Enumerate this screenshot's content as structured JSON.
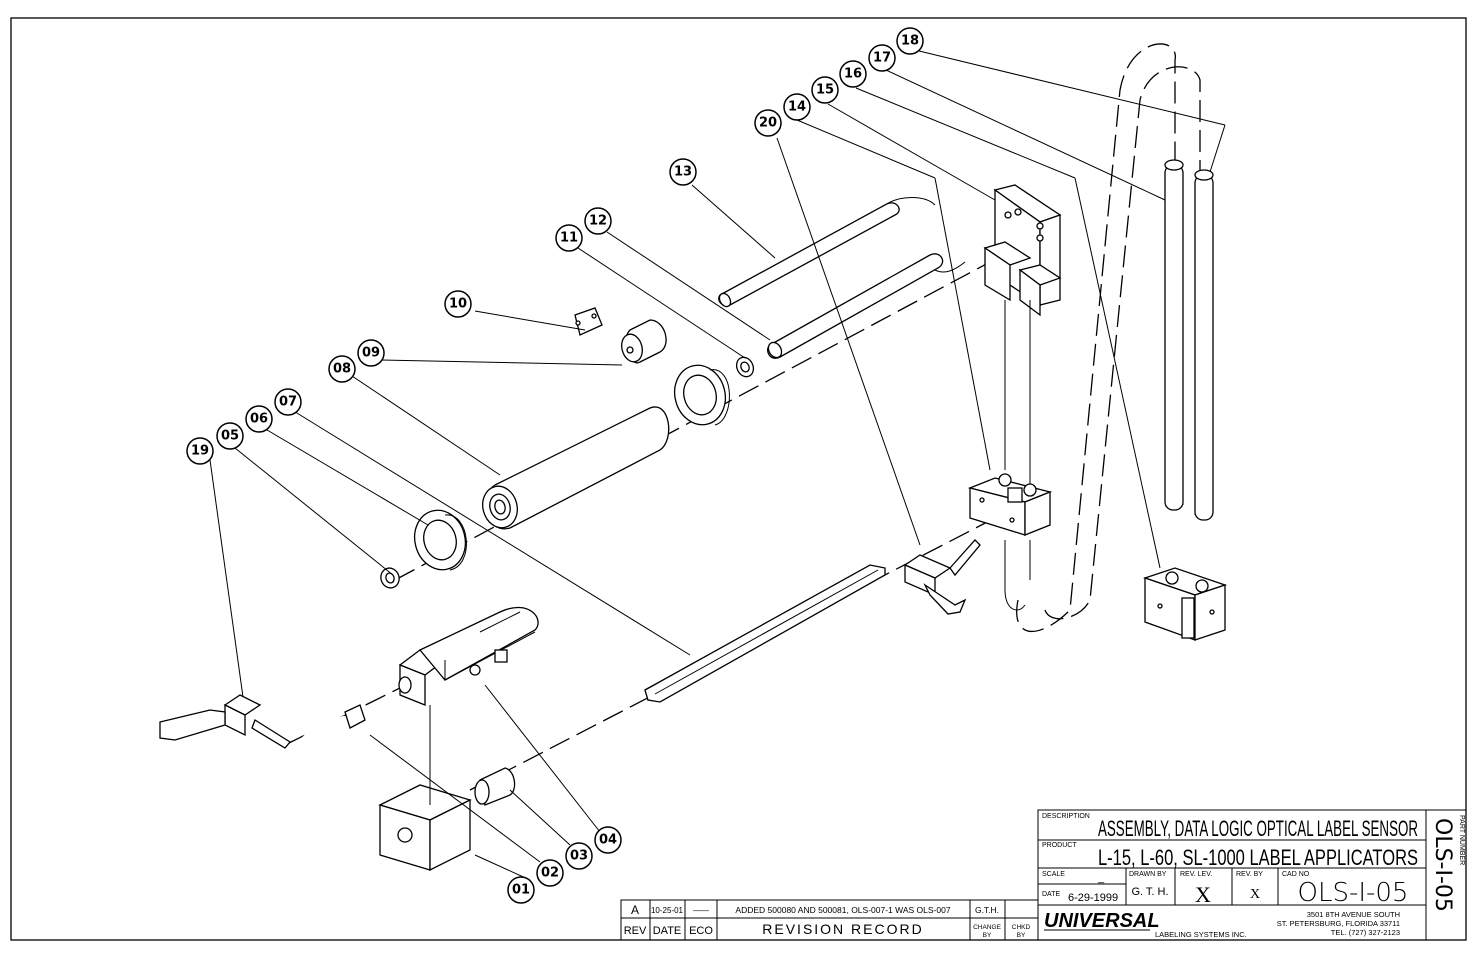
{
  "balloons": [
    "01",
    "02",
    "03",
    "04",
    "05",
    "06",
    "07",
    "08",
    "09",
    "10",
    "11",
    "12",
    "13",
    "14",
    "15",
    "16",
    "17",
    "18",
    "19",
    "20"
  ],
  "title_block": {
    "description_label": "DESCRIPTION",
    "description": "ASSEMBLY, DATA LOGIC OPTICAL LABEL SENSOR",
    "product_label": "PRODUCT",
    "product": "L-15, L-60, SL-1000 LABEL APPLICATORS",
    "scale_label": "SCALE",
    "scale": "_",
    "drawn_by_label": "DRAWN BY",
    "drawn_by": "G. T. H.",
    "rev_lev_label": "REV. LEV.",
    "rev_lev": "X",
    "rev_by_label": "REV. BY",
    "rev_by": "X",
    "cad_no_label": "CAD NO",
    "cad_no": "OLS-I-05",
    "date_label": "DATE",
    "date": "6-29-1999",
    "part_number_label": "PART NUMBER",
    "part_number": "OLS-I-05",
    "company_logo": "UNIVERSAL",
    "company_sub": "LABELING SYSTEMS INC.",
    "address": [
      "3501 8TH AVENUE SOUTH",
      "ST. PETERSBURG, FLORIDA 33711",
      "TEL. (727) 327-2123"
    ]
  },
  "revision_record": {
    "row": {
      "rev": "A",
      "date": "10-25-01",
      "eco": "——",
      "description": "ADDED 500080 AND 500081, OLS-007-1 WAS OLS-007",
      "change_by": "G.T.H.",
      "chkd_by": ""
    },
    "headers": {
      "rev": "REV",
      "date": "DATE",
      "eco": "ECO",
      "title": "REVISION RECORD",
      "change_by": "CHANGE BY",
      "chkd_by": "CHKD BY"
    }
  }
}
